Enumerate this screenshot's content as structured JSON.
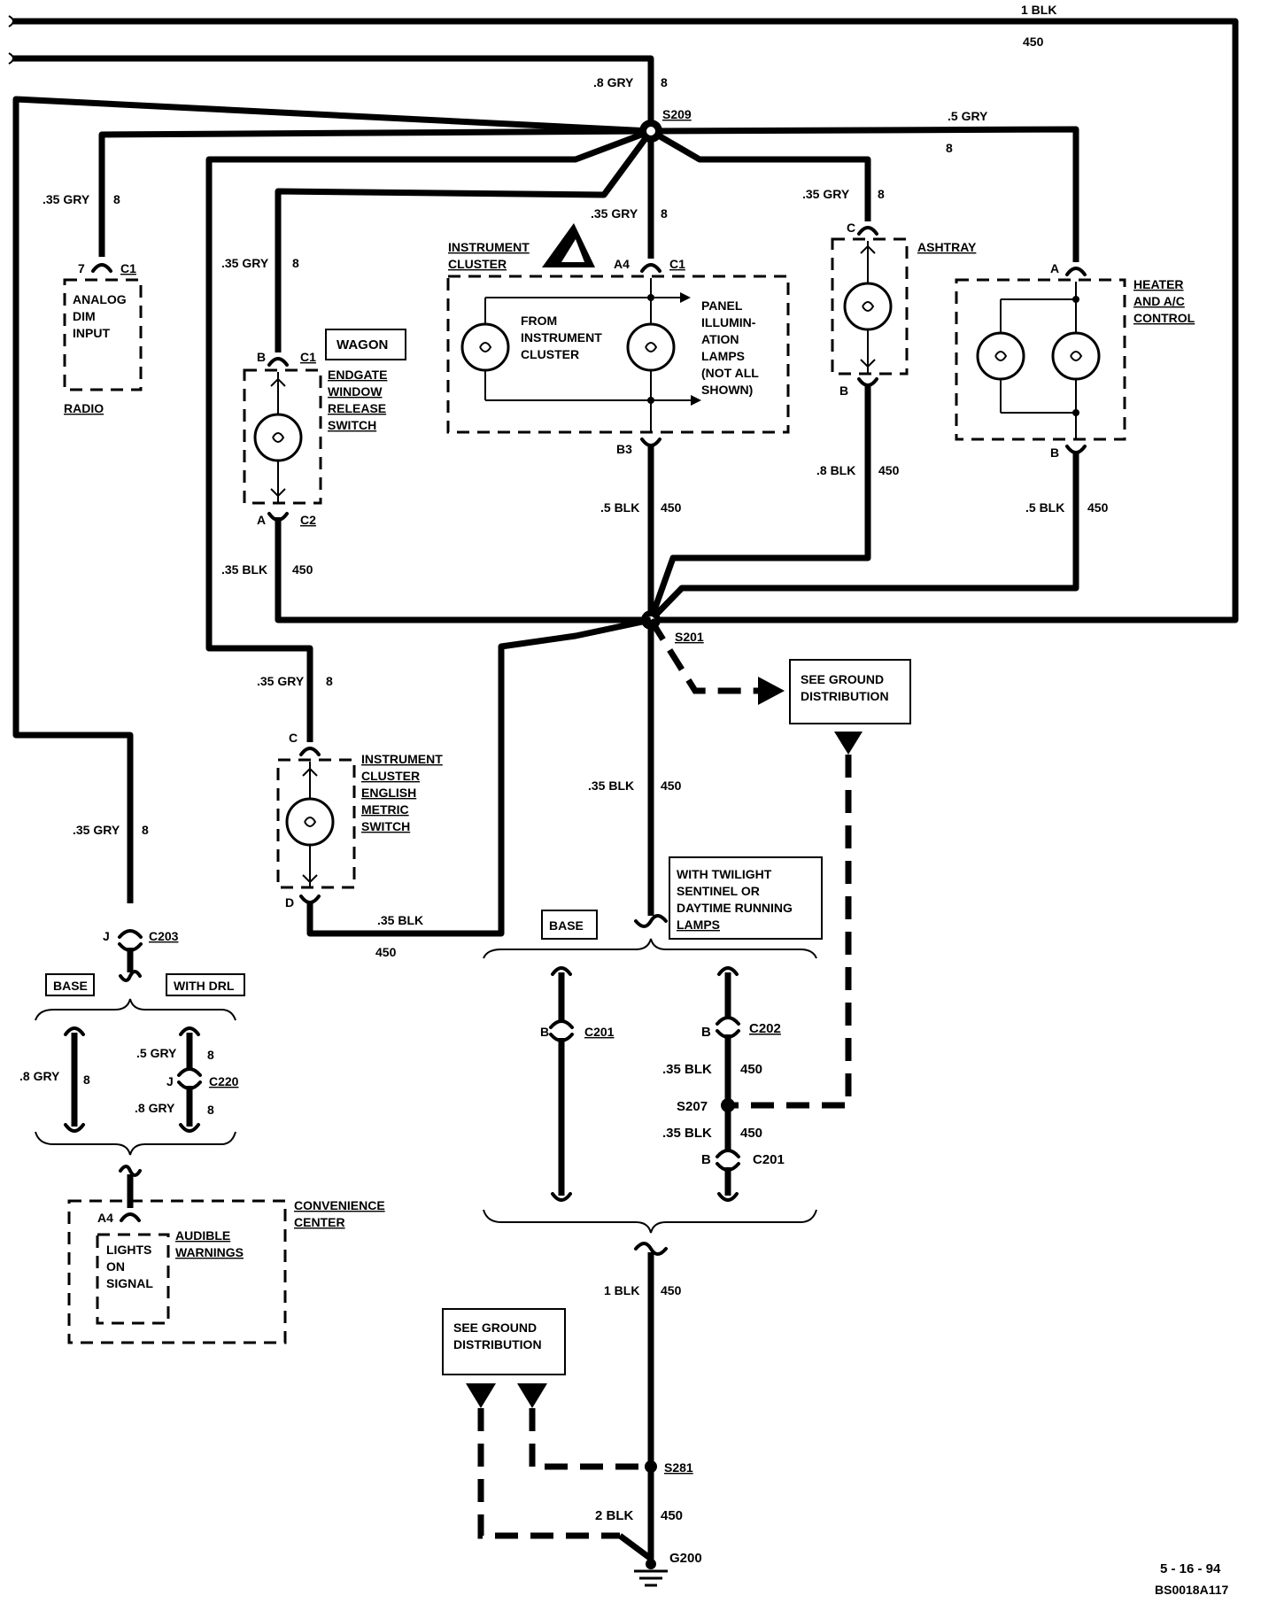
{
  "diagram": {
    "top_wire": {
      "gauge": "1 BLK",
      "circuit": "450"
    },
    "splices": {
      "s209": "S209",
      "s201": "S201",
      "s207": "S207",
      "s281": "S281",
      "g200": "G200"
    },
    "wires": {
      "gry_08_top": {
        "gauge": ".8 GRY",
        "circuit": "8"
      },
      "gry_05_heater": {
        "gauge": ".5 GRY",
        "circuit": "8"
      },
      "gry_035_radio": {
        "gauge": ".35 GRY",
        "circuit": "8"
      },
      "gry_035_endgate": {
        "gauge": ".35 GRY",
        "circuit": "8"
      },
      "gry_035_cluster": {
        "gauge": ".35 GRY",
        "circuit": "8"
      },
      "gry_035_ashtray": {
        "gauge": ".35 GRY",
        "circuit": "8"
      },
      "gry_035_metric": {
        "gauge": ".35 GRY",
        "circuit": "8"
      },
      "gry_035_left": {
        "gauge": ".35 GRY",
        "circuit": "8"
      },
      "blk_05_cluster": {
        "gauge": ".5 BLK",
        "circuit": "450"
      },
      "blk_08_ashtray": {
        "gauge": ".8 BLK",
        "circuit": "450"
      },
      "blk_05_heater": {
        "gauge": ".5 BLK",
        "circuit": "450"
      },
      "blk_035_endgate": {
        "gauge": ".35 BLK",
        "circuit": "450"
      },
      "blk_035_main": {
        "gauge": ".35 BLK",
        "circuit": "450"
      },
      "blk_035_metric": {
        "gauge": ".35 BLK",
        "circuit": "450"
      },
      "gry_05_drl": {
        "gauge": ".5  GRY",
        "circuit": "8"
      },
      "gry_08_drl": {
        "gauge": ".8  GRY",
        "circuit": "8"
      },
      "gry_08_base": {
        "gauge": ".8  GRY",
        "circuit": "8"
      },
      "blk_035_c202": {
        "gauge": ".35 BLK",
        "circuit": "450"
      },
      "blk_035_c201": {
        "gauge": ".35 BLK",
        "circuit": "450"
      },
      "blk_1_lower": {
        "gauge": "1 BLK",
        "circuit": "450"
      },
      "blk_2_ground": {
        "gauge": "2 BLK",
        "circuit": "450"
      }
    },
    "components": {
      "radio": {
        "name": "RADIO",
        "inner": [
          "ANALOG",
          "DIM",
          "INPUT"
        ],
        "pin": "7",
        "connector": "C1"
      },
      "endgate": {
        "name": [
          "ENDGATE",
          "WINDOW",
          "RELEASE",
          "SWITCH"
        ],
        "option": "WAGON",
        "pin_top": "B",
        "conn_top": "C1",
        "pin_bottom": "A",
        "conn_bottom": "C2"
      },
      "cluster": {
        "name": [
          "INSTRUMENT",
          "CLUSTER"
        ],
        "pin_top": "A4",
        "conn_top": "C1",
        "pin_bottom": "B3",
        "from": [
          "FROM",
          "INSTRUMENT",
          "CLUSTER"
        ],
        "panel": [
          "PANEL",
          "ILLUMIN-",
          "ATION",
          "LAMPS",
          "(NOT ALL",
          "SHOWN)"
        ]
      },
      "ashtray": {
        "name": "ASHTRAY",
        "pin_top": "C",
        "pin_bottom": "B"
      },
      "heater": {
        "name": [
          "HEATER",
          "AND A/C",
          "CONTROL"
        ],
        "pin_top": "A",
        "pin_bottom": "B"
      },
      "metric": {
        "name": [
          "INSTRUMENT",
          "CLUSTER",
          "ENGLISH",
          "METRIC",
          "SWITCH"
        ],
        "pin_top": "C",
        "pin_bottom": "D"
      },
      "convenience": {
        "name": [
          "CONVENIENCE",
          "CENTER"
        ],
        "inner": [
          "LIGHTS",
          "ON",
          "SIGNAL"
        ],
        "sub": [
          "AUDIBLE",
          "WARNINGS"
        ],
        "pin": "A4"
      }
    },
    "connectors": {
      "c203": {
        "pin": "J",
        "name": "C203"
      },
      "c220": {
        "pin": "J",
        "name": "C220"
      },
      "c201a": {
        "pin": "B",
        "name": "C201"
      },
      "c202": {
        "pin": "B",
        "name": "C202"
      },
      "c201b": {
        "pin": "B",
        "name": "C201"
      }
    },
    "options": {
      "base_left": "BASE",
      "with_drl": "WITH  DRL",
      "base_right": "BASE",
      "twilight": [
        "WITH TWILIGHT",
        "SENTINEL OR",
        "DAYTIME RUNNING",
        "LAMPS"
      ]
    },
    "ground_note": [
      "SEE GROUND",
      "DISTRIBUTION"
    ],
    "footer": {
      "date": "5 - 16 - 94",
      "code": "BS0018A117"
    }
  }
}
